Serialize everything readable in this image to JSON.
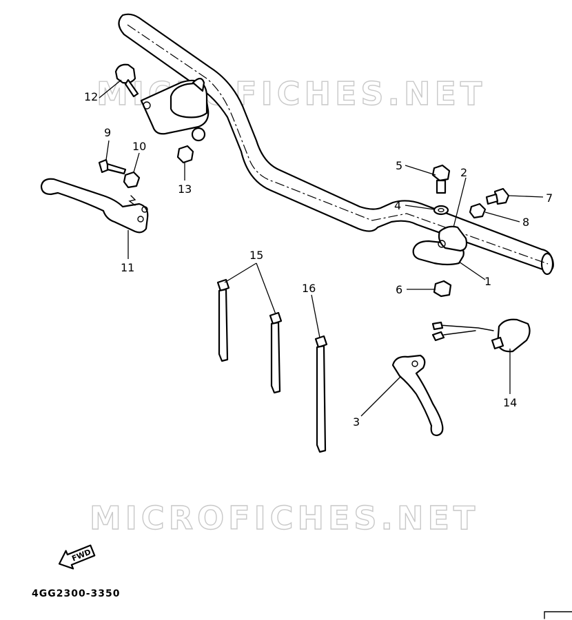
{
  "watermark_text": "MICROFICHES.NET",
  "diagram_code": "4GG2300-3350",
  "fwd_label": "FWD",
  "callouts": [
    {
      "id": "c1",
      "label": "1"
    },
    {
      "id": "c2",
      "label": "2"
    },
    {
      "id": "c3",
      "label": "3"
    },
    {
      "id": "c4",
      "label": "4"
    },
    {
      "id": "c5",
      "label": "5"
    },
    {
      "id": "c6",
      "label": "6"
    },
    {
      "id": "c7",
      "label": "7"
    },
    {
      "id": "c8",
      "label": "8"
    },
    {
      "id": "c9",
      "label": "9"
    },
    {
      "id": "c10",
      "label": "10"
    },
    {
      "id": "c11",
      "label": "11"
    },
    {
      "id": "c12",
      "label": "12"
    },
    {
      "id": "c13",
      "label": "13"
    },
    {
      "id": "c14",
      "label": "14"
    },
    {
      "id": "c15",
      "label": "15"
    },
    {
      "id": "c16",
      "label": "16"
    }
  ]
}
